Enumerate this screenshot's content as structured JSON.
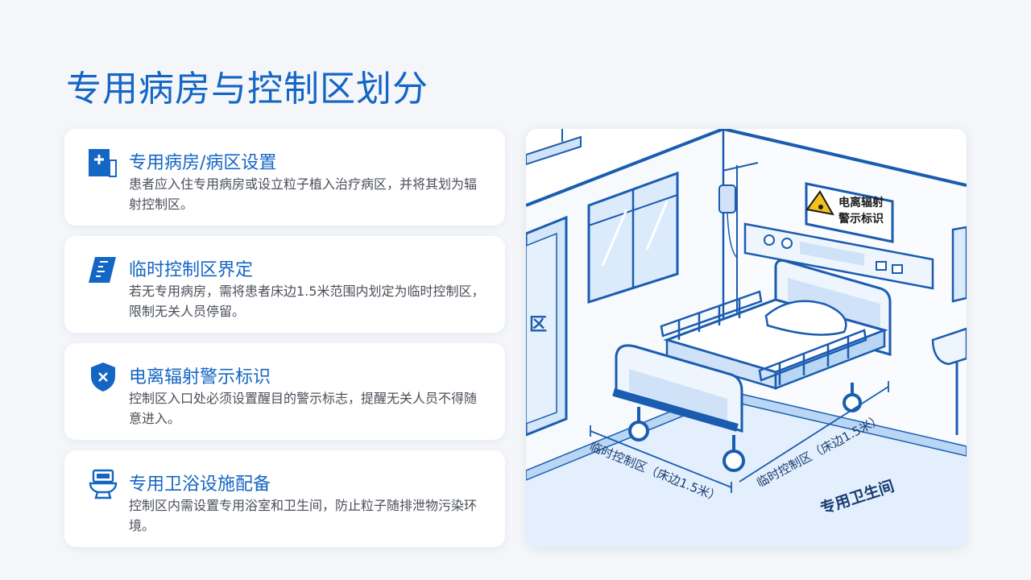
{
  "page": {
    "title": "专用病房与控制区划分"
  },
  "cards": [
    {
      "icon": "hospital-room-icon",
      "title": "专用病房/病区设置",
      "desc": "患者应入住专用病房或设立粒子植入治疗病区，并将其划为辐射控制区。"
    },
    {
      "icon": "ruler-boundary-icon",
      "title": "临时控制区界定",
      "desc": "若无专用病房，需将患者床边1.5米范围内划定为临时控制区，限制无关人员停留。"
    },
    {
      "icon": "shield-icon",
      "title": "电离辐射警示标识",
      "desc": "控制区入口处必须设置醒目的警示标志，提醒无关人员不得随意进入。"
    },
    {
      "icon": "toilet-icon",
      "title": "专用卫浴设施配备",
      "desc": "控制区内需设置专用浴室和卫生间，防止粒子随排泄物污染环境。"
    }
  ],
  "illustration": {
    "warning_sign_line1": "电离辐射",
    "warning_sign_line2": "警示标识",
    "zone_label_left": "临时控制区（床边1.5米）",
    "zone_label_right": "临时控制区（床边1.5米）",
    "bathroom_label": "专用卫生间",
    "wall_letter": "区"
  },
  "colors": {
    "accent": "#1466c4",
    "line": "#1a5cb0",
    "fill_light": "#dcebfb",
    "floor": "#e3effc",
    "text": "#4a4f57"
  }
}
